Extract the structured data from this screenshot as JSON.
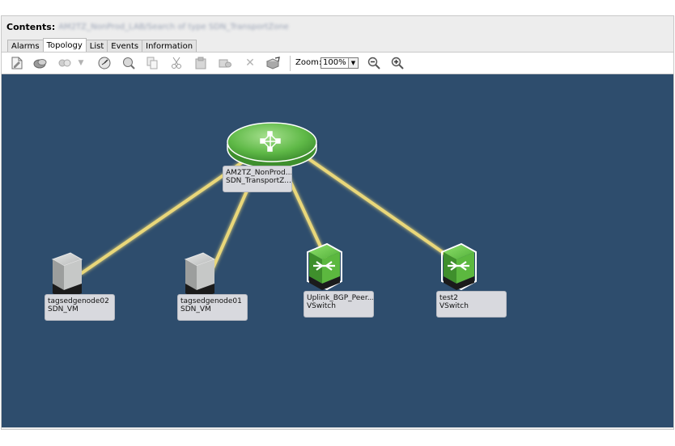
{
  "contents": {
    "label": "Contents:",
    "path": "AM2TZ_NonProd_LAB/Search of type SDN_TransportZone"
  },
  "tabs": [
    {
      "label": "Alarms",
      "active": false
    },
    {
      "label": "Topology",
      "active": true
    },
    {
      "label": "List",
      "active": false
    },
    {
      "label": "Events",
      "active": false
    },
    {
      "label": "Information",
      "active": false
    }
  ],
  "toolbar": {
    "icons": [
      "new-document-icon",
      "overlay-icon",
      "link-icon",
      "dropdown-arrow-icon",
      "clock-icon",
      "search-globe-icon",
      "copy-icon",
      "cut-icon",
      "paste-icon",
      "paste-special-icon",
      "delete-icon",
      "export-icon"
    ],
    "zoom_label": "Zoom:",
    "zoom_value": "100%",
    "zoom_out": "zoom-out-icon",
    "zoom_in": "zoom-in-icon"
  },
  "colors": {
    "canvas_bg": "#2e4d6d",
    "link": "#e9d77a",
    "switch_green": "#5cb83f",
    "hub_green": "#67bf4f",
    "vm_gray": "#a7a9a9"
  },
  "topology": {
    "hub": {
      "line1": "AM2TZ_NonProd...",
      "line2": "SDN_TransportZ..."
    },
    "nodes": [
      {
        "line1": "tagsedgenode02",
        "line2": "SDN_VM",
        "kind": "vm"
      },
      {
        "line1": "tagsedgenode01",
        "line2": "SDN_VM",
        "kind": "vm"
      },
      {
        "line1": "Uplink_BGP_Peer...",
        "line2": "VSwitch",
        "kind": "switch"
      },
      {
        "line1": "test2",
        "line2": "VSwitch",
        "kind": "switch"
      }
    ]
  }
}
